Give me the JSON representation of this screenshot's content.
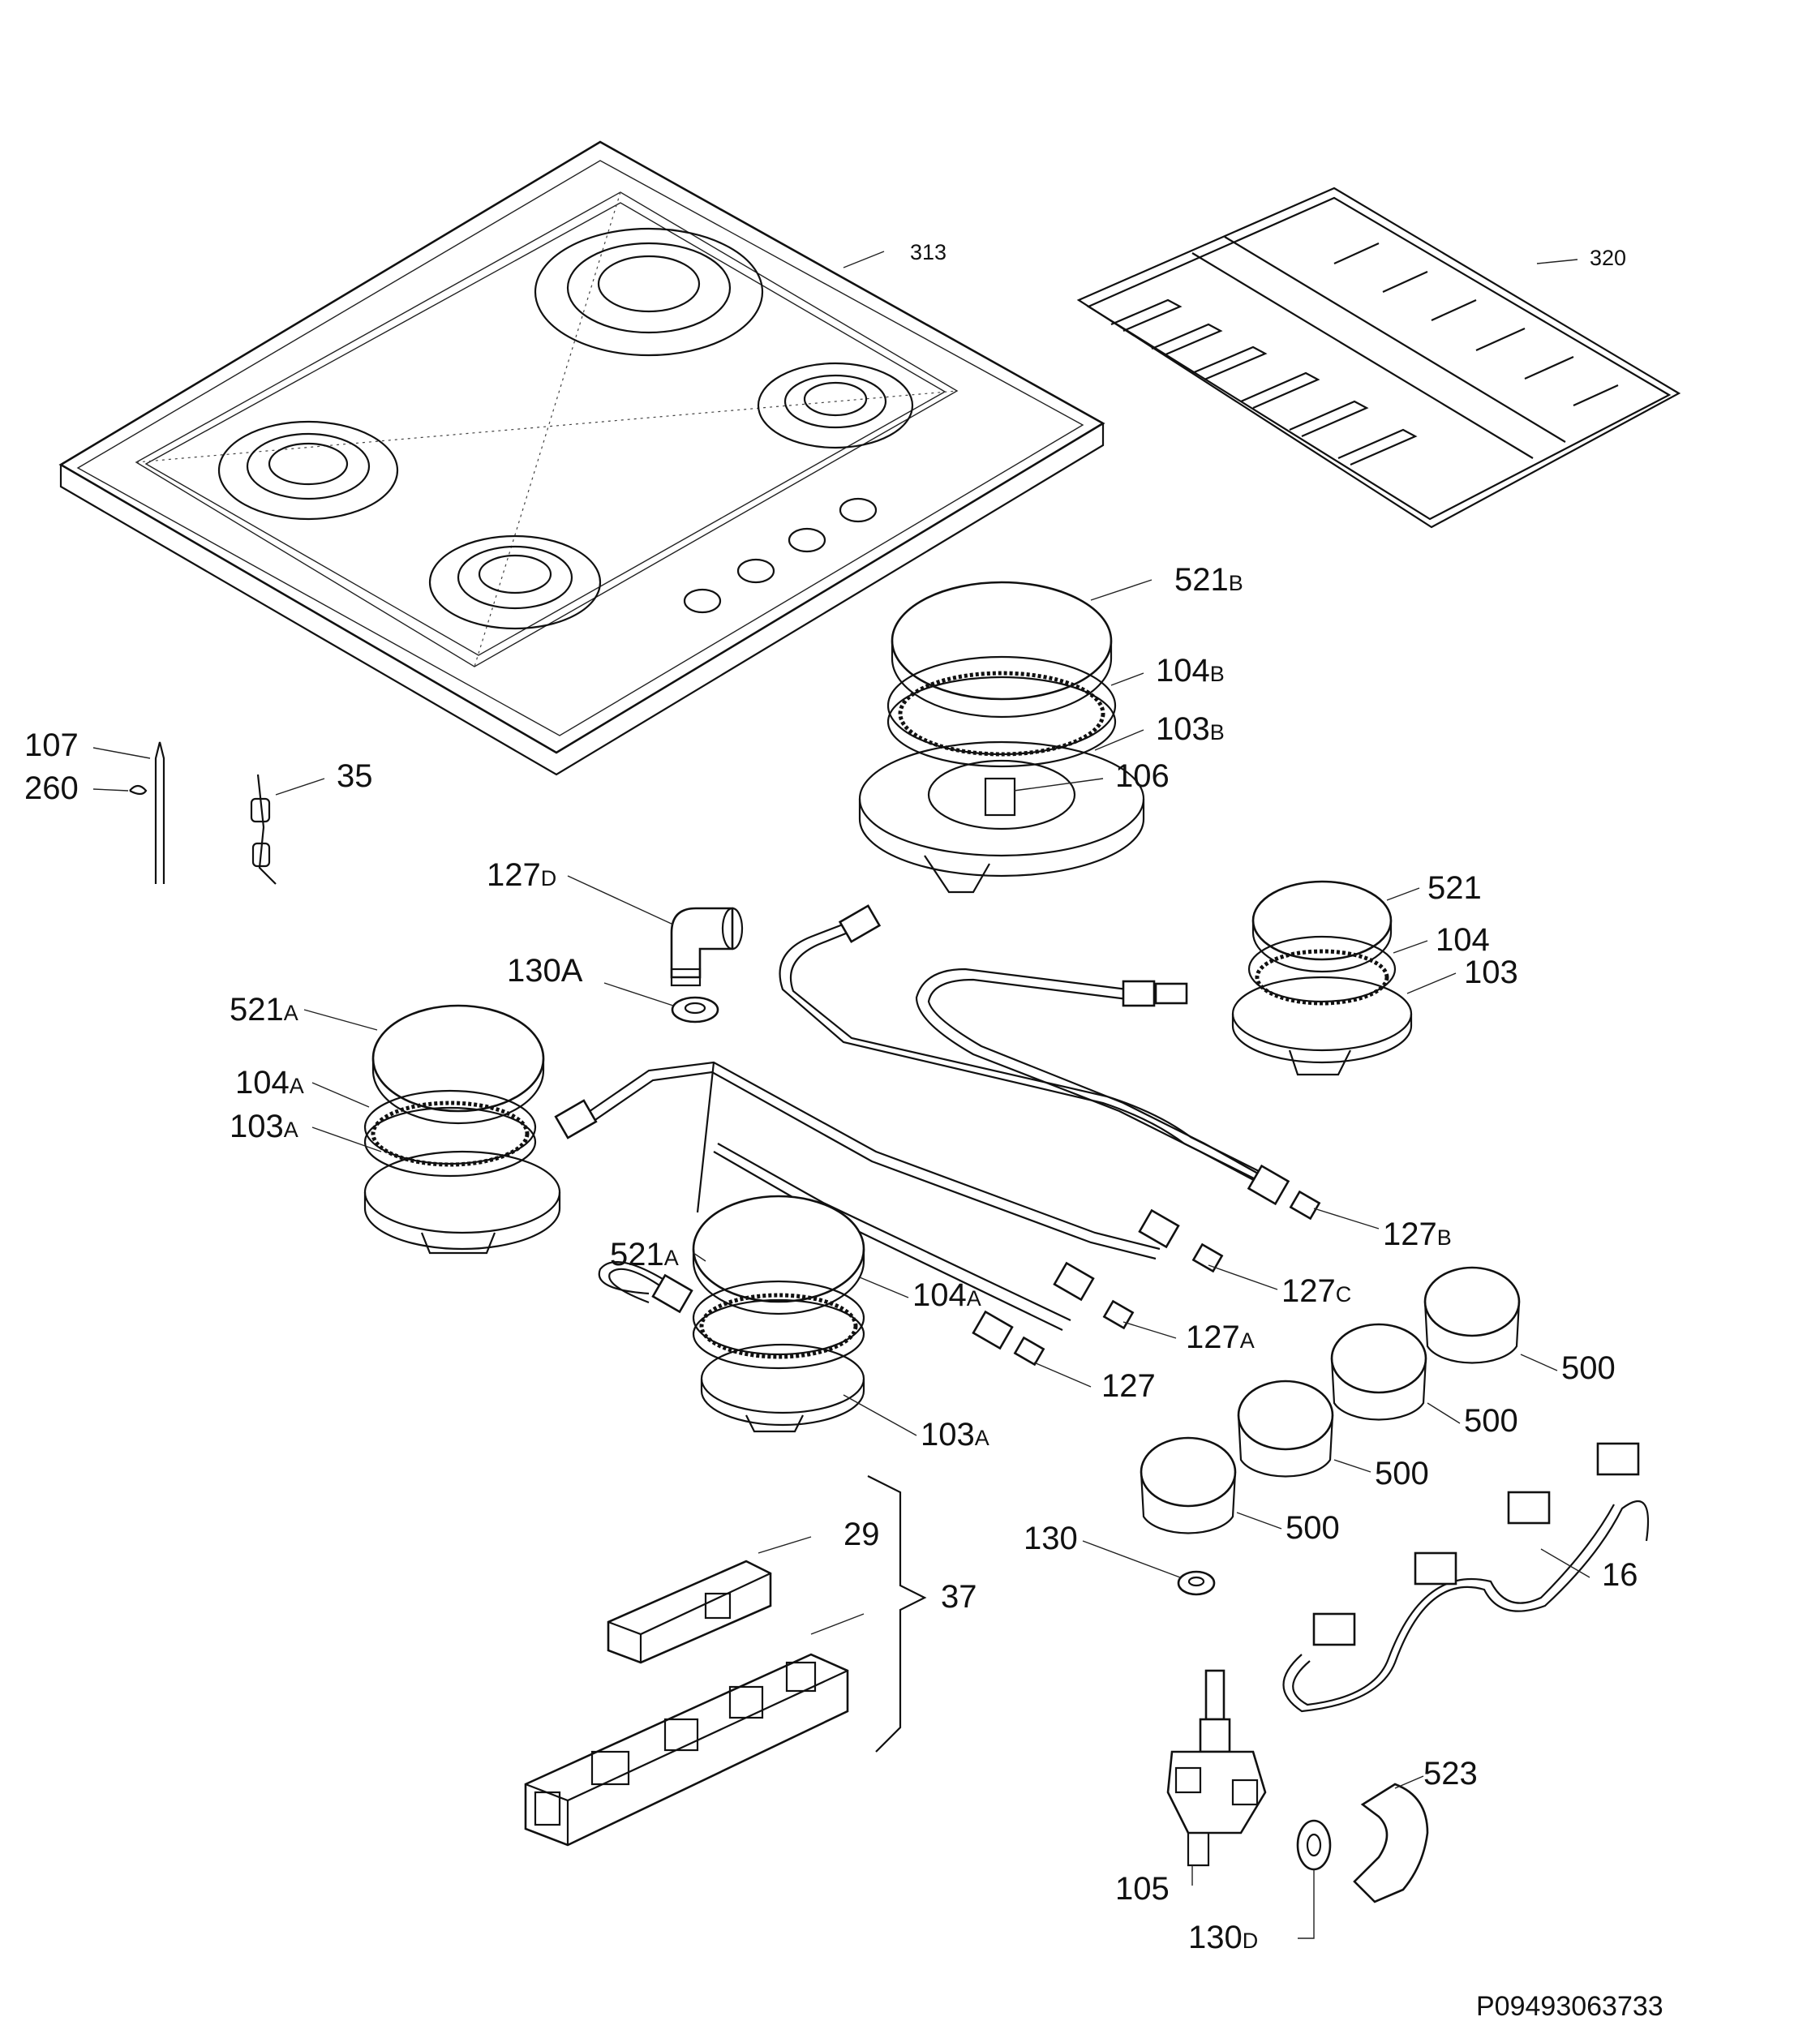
{
  "labels": {
    "hob": "313",
    "grid": "320",
    "cap_b": "521",
    "cap_b_sub": "B",
    "crown_b": "104",
    "crown_b_sub": "B",
    "base_b": "103",
    "base_b_sub": "B",
    "injector": "106",
    "thermocouple": "107",
    "clip": "260",
    "electrode": "35",
    "elbow": "127",
    "elbow_sub": "D",
    "washer_a": "130A",
    "cap": "521",
    "crown": "104",
    "base": "103",
    "cap_a1": "521",
    "cap_a1_sub": "A",
    "crown_a1": "104",
    "crown_a1_sub": "A",
    "base_a1": "103",
    "base_a1_sub": "A",
    "pipe_b": "127",
    "pipe_b_sub": "B",
    "pipe_c": "127",
    "pipe_c_sub": "C",
    "cap_a2": "521",
    "cap_a2_sub": "A",
    "crown_a2": "104",
    "crown_a2_sub": "A",
    "pipe_a": "127",
    "pipe_a_sub": "A",
    "pipe": "127",
    "base_a2": "103",
    "base_a2_sub": "A",
    "knob_1": "500",
    "knob_2": "500",
    "knob_3": "500",
    "knob_4": "500",
    "washer": "130",
    "switch": "29",
    "ignition_group": "37",
    "harness": "16",
    "valve": "105",
    "bracket": "523",
    "washer_d": "130",
    "washer_d_sub": "D"
  },
  "code": "P09493063733"
}
